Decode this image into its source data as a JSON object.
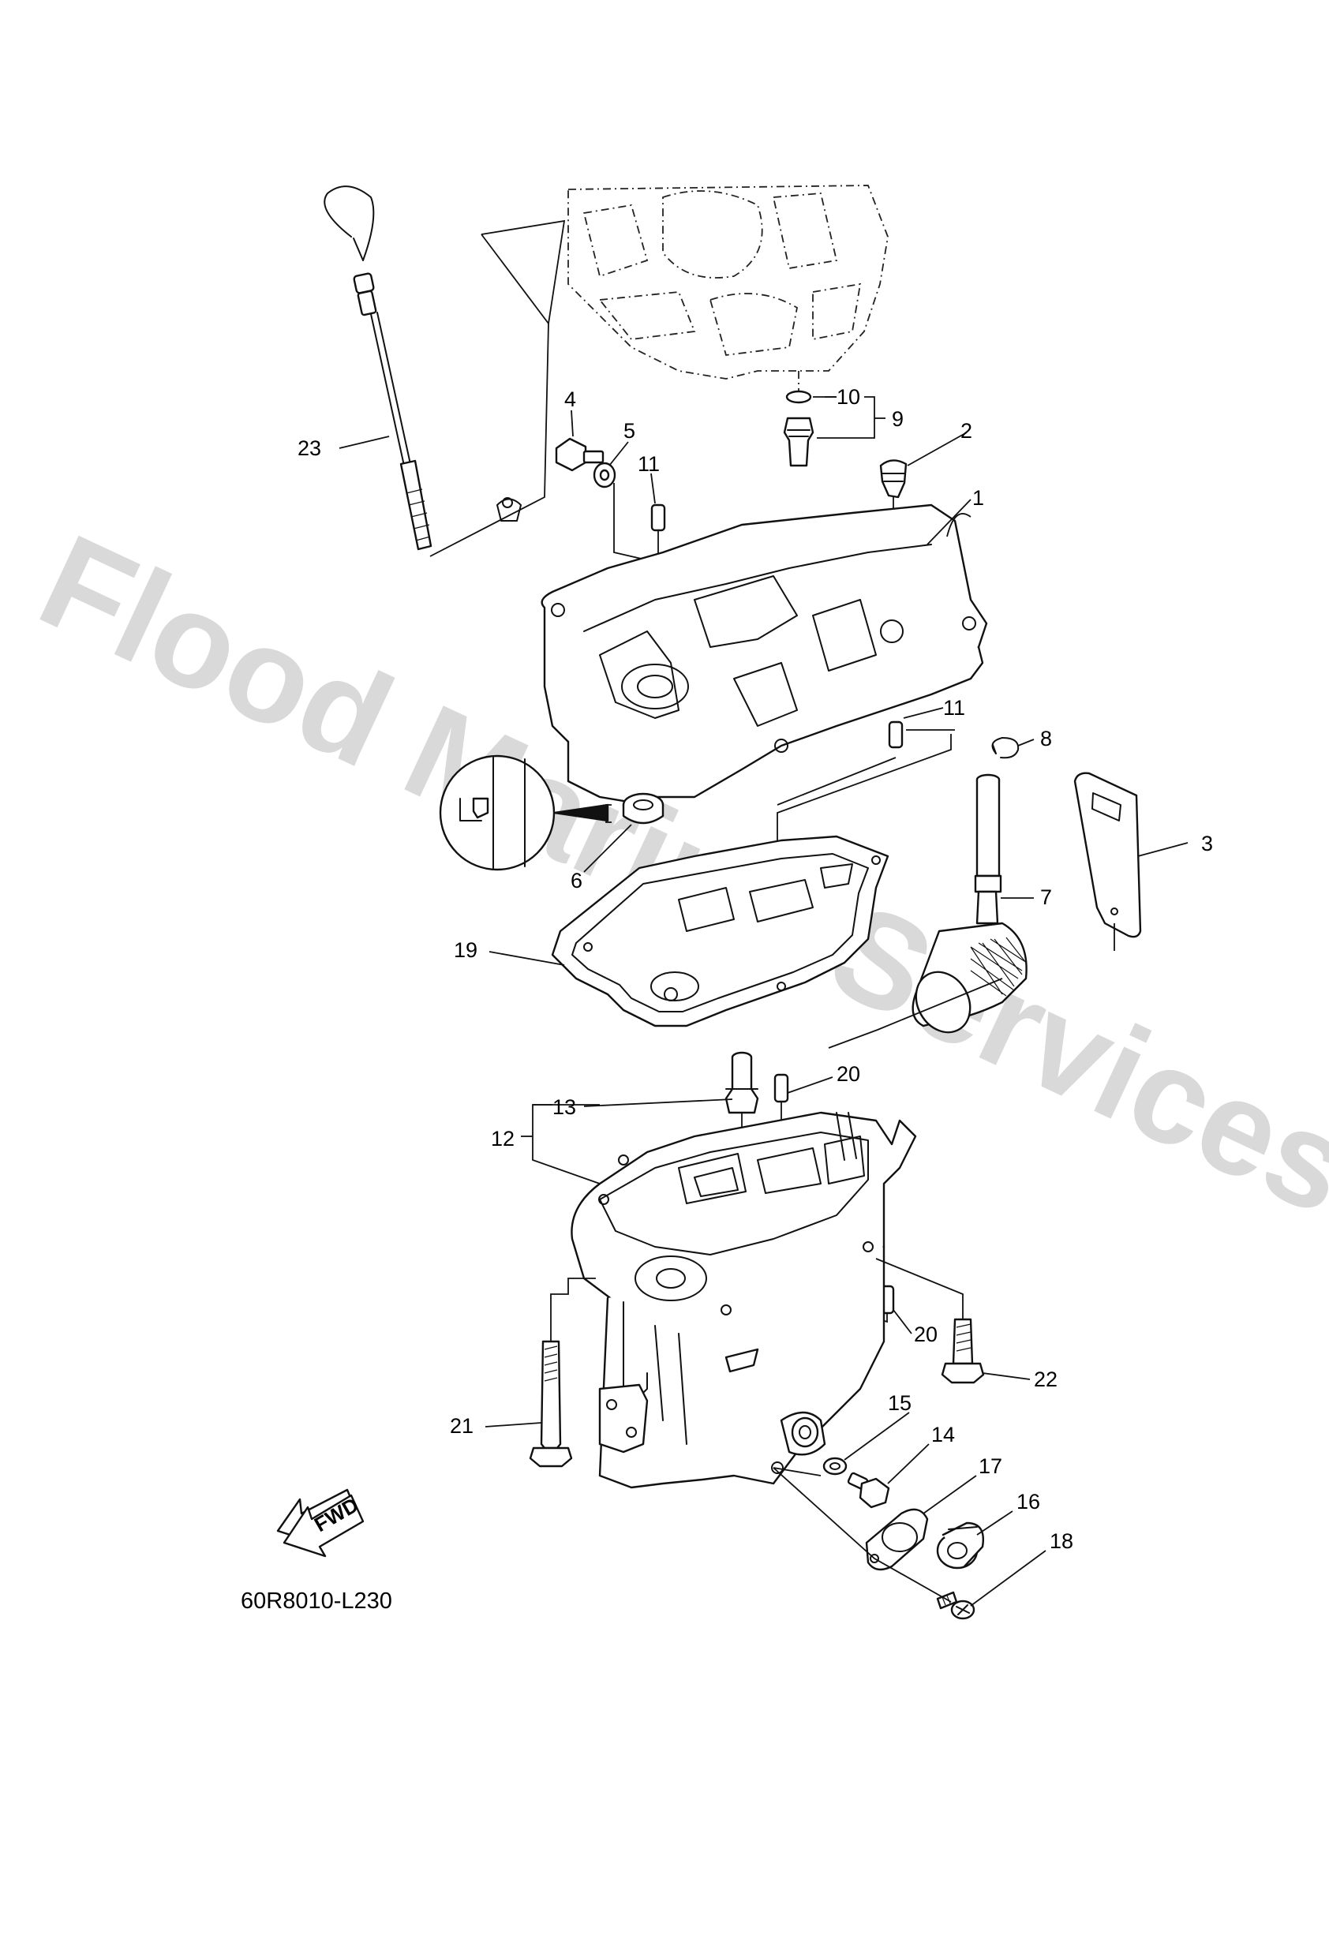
{
  "diagram": {
    "code": "60R8010-L230",
    "watermark": "Flood Marine Services",
    "fwd_label": "FWD",
    "callouts": [
      "1",
      "2",
      "3",
      "4",
      "5",
      "6",
      "7",
      "8",
      "9",
      "10",
      "11",
      "11",
      "12",
      "13",
      "14",
      "15",
      "16",
      "17",
      "18",
      "19",
      "20",
      "20",
      "21",
      "22",
      "23"
    ]
  }
}
